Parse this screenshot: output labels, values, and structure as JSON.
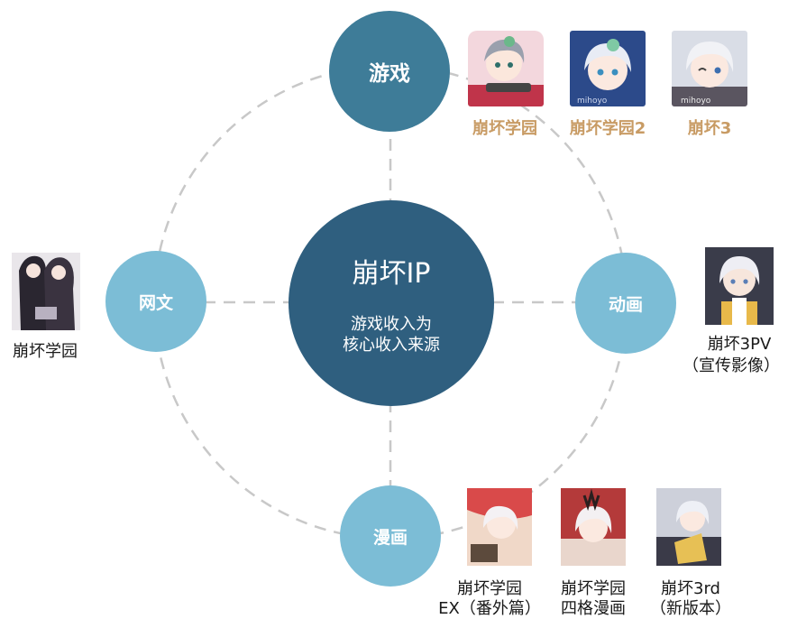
{
  "center": {
    "title": "崩坏IP",
    "subtitle_line1": "游戏收入为",
    "subtitle_line2": "核心收入来源"
  },
  "nodes": {
    "game": "游戏",
    "novel": "网文",
    "anime": "动画",
    "comic": "漫画"
  },
  "game_items": [
    {
      "caption": "崩坏学园",
      "icon": "anime-girl-game-icon-1"
    },
    {
      "caption": "崩坏学园2",
      "icon": "anime-girl-game-icon-2"
    },
    {
      "caption": "崩坏3",
      "icon": "anime-girl-game-icon-3"
    }
  ],
  "novel_item": {
    "caption": "崩坏学园",
    "icon": "novel-cover-image"
  },
  "anime_item": {
    "caption_line1": "崩坏3PV",
    "caption_line2": "（宣传影像）",
    "icon": "anime-pv-image"
  },
  "comic_items": [
    {
      "caption_line1": "崩坏学园",
      "caption_line2": "EX（番外篇）",
      "icon": "comic-cover-1"
    },
    {
      "caption_line1": "崩坏学园",
      "caption_line2": "四格漫画",
      "icon": "comic-cover-2"
    },
    {
      "caption_line1": "崩坏3rd",
      "caption_line2": "（新版本）",
      "icon": "comic-cover-3"
    }
  ],
  "colors": {
    "center": "#2f5f7f",
    "game_node": "#3e7c98",
    "side_nodes": "#7cbdd6",
    "game_captions": "#c89b64",
    "connector": "#c8c8c8"
  }
}
